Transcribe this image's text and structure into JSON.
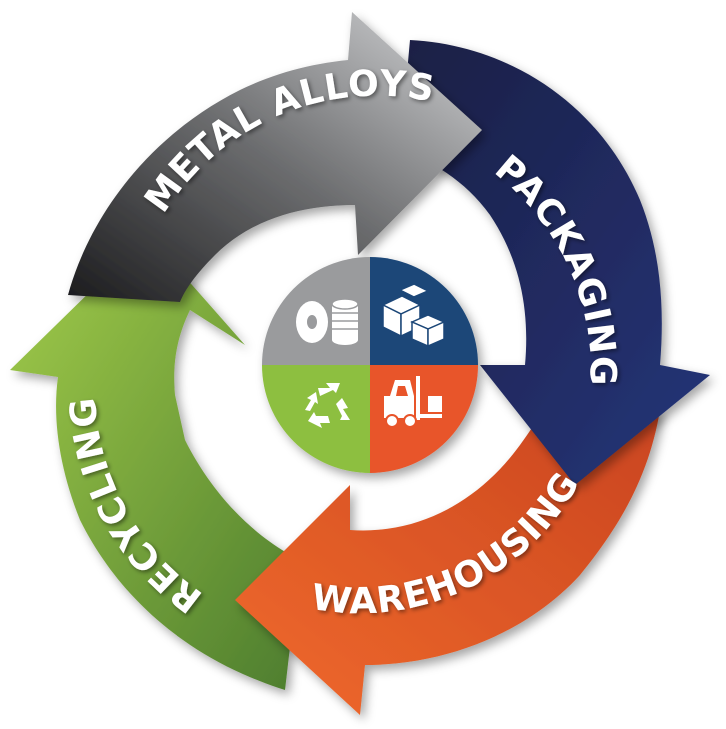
{
  "cycle": {
    "stages": [
      {
        "label": "METAL ALLOYS",
        "color": "#8f9091",
        "icon": "coil-spool-icon"
      },
      {
        "label": "PACKAGING",
        "color": "#1c2a5b",
        "icon": "boxes-icon"
      },
      {
        "label": "WAREHOUSING",
        "color": "#e8542a",
        "icon": "forklift-icon"
      },
      {
        "label": "RECYCLING",
        "color": "#7db441",
        "icon": "recycle-icon"
      }
    ]
  },
  "center": {
    "quadrant_colors": {
      "top_left": "#9a9b9d",
      "top_right": "#1c4778",
      "bottom_right": "#e8542a",
      "bottom_left": "#8dbf3f"
    }
  }
}
